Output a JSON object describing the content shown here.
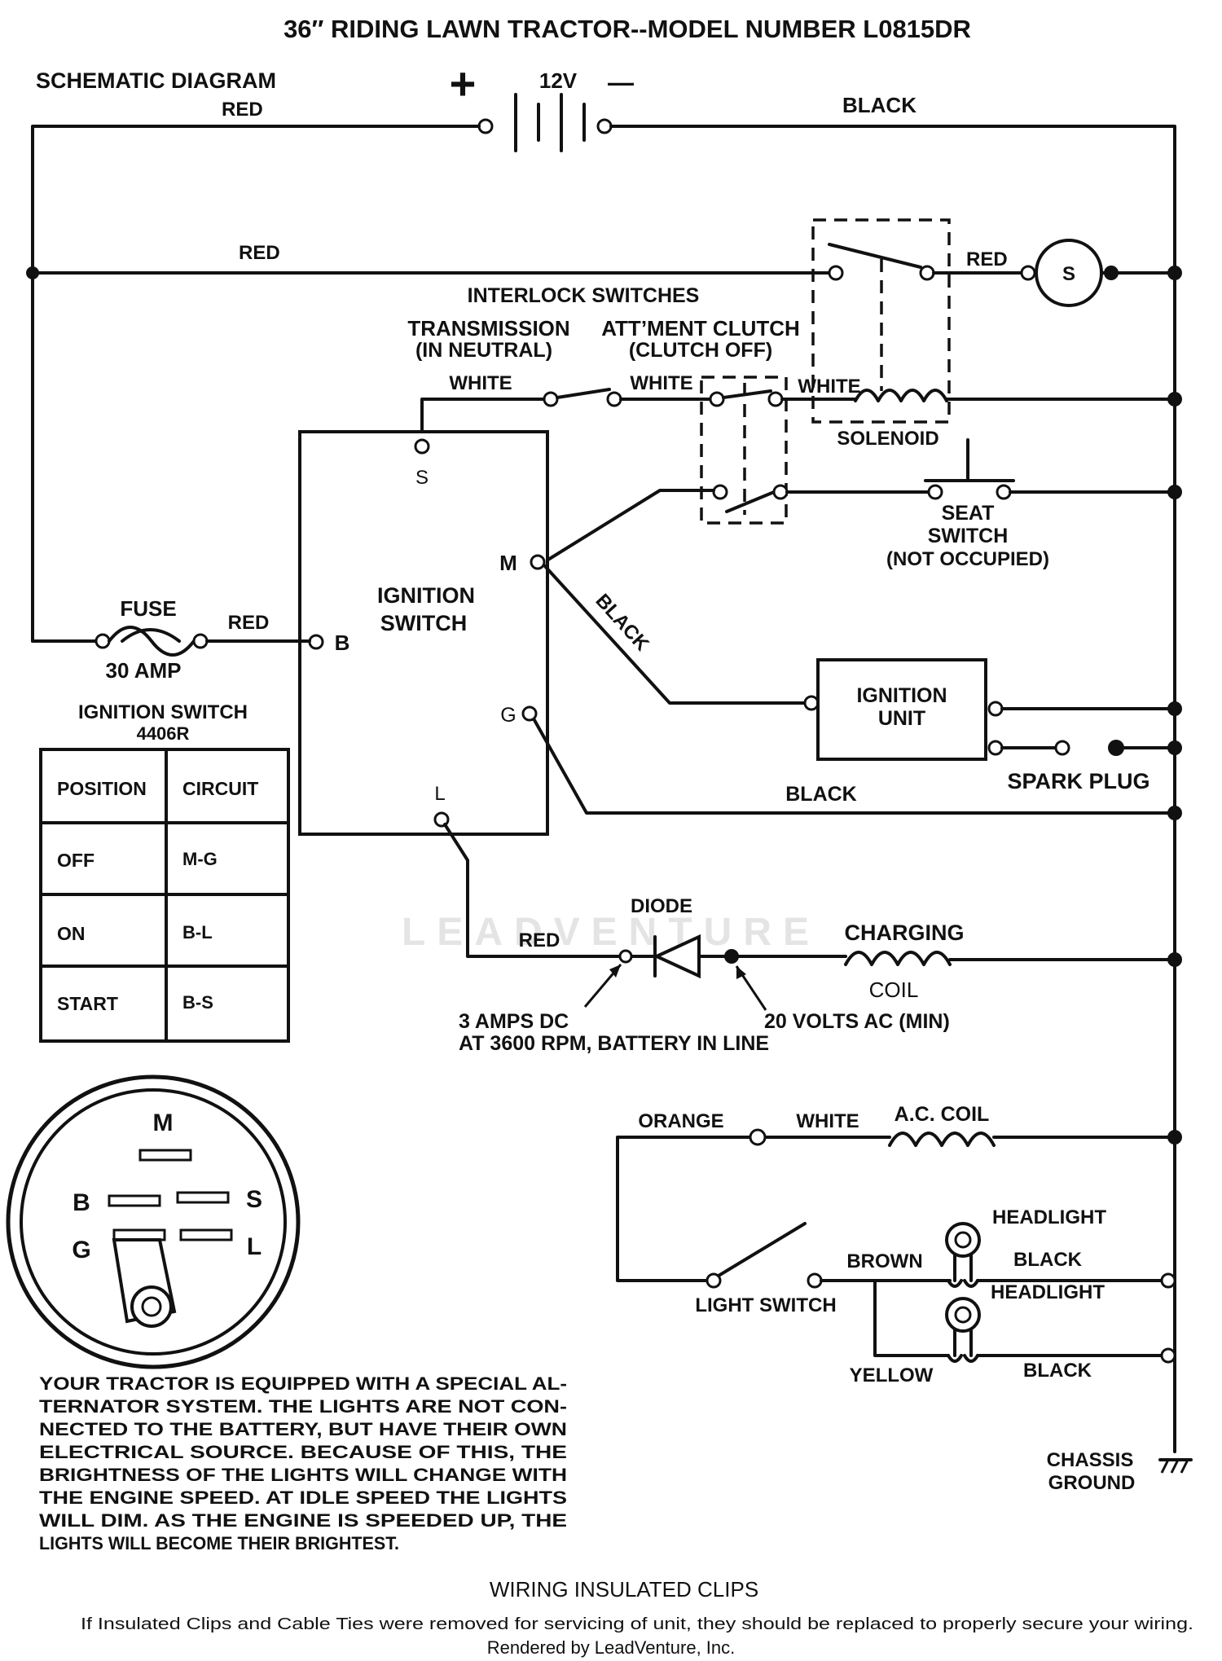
{
  "title": "36″ RIDING LAWN TRACTOR--MODEL NUMBER L0815DR",
  "diagram_label": "SCHEMATIC DIAGRAM",
  "battery": {
    "plus": "+",
    "voltage": "12V",
    "minus": "—"
  },
  "wires": {
    "red_battery": "RED",
    "black_battery": "BLACK",
    "red_main": "RED",
    "red_starter": "RED",
    "white_1": "WHITE",
    "white_2": "WHITE",
    "white_3": "WHITE",
    "black_ignition": "BLACK",
    "red_fuse": "RED",
    "black_ground": "BLACK",
    "red_charging": "RED",
    "orange": "ORANGE",
    "white_ac": "WHITE",
    "brown": "BROWN",
    "black_headlight_1": "BLACK",
    "yellow": "YELLOW",
    "black_headlight_2": "BLACK"
  },
  "components": {
    "starter": "S",
    "interlock_switches": "INTERLOCK SWITCHES",
    "transmission": "TRANSMISSION",
    "transmission_state": "(IN NEUTRAL)",
    "attachment_clutch": "ATT’MENT CLUTCH",
    "clutch_state": "(CLUTCH OFF)",
    "solenoid": "SOLENOID",
    "seat_switch_1": "SEAT",
    "seat_switch_2": "SWITCH",
    "seat_state": "(NOT OCCUPIED)",
    "ignition_switch_1": "IGNITION",
    "ignition_switch_2": "SWITCH",
    "terminal_s": "S",
    "terminal_m": "M",
    "terminal_b": "B",
    "terminal_g": "G",
    "terminal_l": "L",
    "fuse": "FUSE",
    "fuse_rating": "30 AMP",
    "ignition_unit_1": "IGNITION",
    "ignition_unit_2": "UNIT",
    "spark_plug": "SPARK PLUG",
    "diode": "DIODE",
    "charging_coil_1": "CHARGING",
    "charging_coil_2": "COIL",
    "diode_note_1": "3 AMPS DC",
    "diode_note_2": "AT 3600 RPM, BATTERY IN LINE",
    "coil_note": "20 VOLTS AC (MIN)",
    "ac_coil": "A.C. COIL",
    "headlight_1": "HEADLIGHT",
    "headlight_2": "HEADLIGHT",
    "light_switch": "LIGHT SWITCH",
    "chassis_ground_1": "CHASSIS",
    "chassis_ground_2": "GROUND"
  },
  "ignition_table": {
    "title": "IGNITION SWITCH",
    "part_number": "4406R",
    "headers": [
      "POSITION",
      "CIRCUIT"
    ],
    "rows": [
      [
        "OFF",
        "M-G"
      ],
      [
        "ON",
        "B-L"
      ],
      [
        "START",
        "B-S"
      ]
    ]
  },
  "switch_face": {
    "m": "M",
    "b": "B",
    "s": "S",
    "g": "G",
    "l": "L"
  },
  "note_lines": [
    "YOUR TRACTOR IS EQUIPPED WITH A SPECIAL AL-",
    "TERNATOR SYSTEM. THE LIGHTS ARE NOT CON-",
    "NECTED TO THE BATTERY, BUT HAVE THEIR OWN",
    "ELECTRICAL SOURCE. BECAUSE OF THIS, THE",
    "BRIGHTNESS OF THE LIGHTS WILL CHANGE WITH",
    "THE ENGINE SPEED. AT IDLE SPEED THE LIGHTS",
    "WILL DIM. AS THE ENGINE IS SPEEDED UP, THE",
    "LIGHTS WILL BECOME THEIR BRIGHTEST."
  ],
  "footer": {
    "heading": "WIRING INSULATED CLIPS",
    "text": "If Insulated Clips and Cable Ties were removed for servicing of unit, they should be replaced to properly secure your wiring.",
    "credit": "Rendered by LeadVenture, Inc."
  },
  "watermark": "LEADVENTURE"
}
